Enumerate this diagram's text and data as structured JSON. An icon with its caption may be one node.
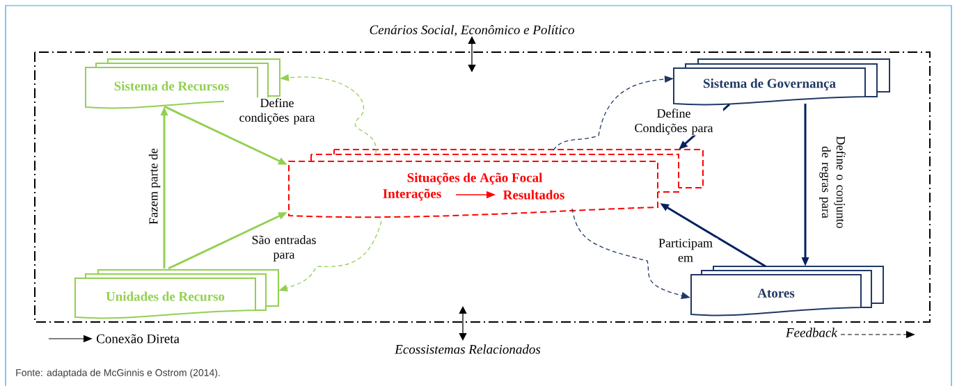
{
  "diagram": {
    "caption": "Fonte: adaptada de McGinnis e Ostrom (2014).",
    "nodes": [
      {
        "text": [
          "Sistema de Recursos"
        ]
      },
      {
        "text": [
          "Situações de Ação Focal"
        ]
      },
      {
        "text": [
          "Interações"
        ],
        "in": 1
      },
      {
        "text": [
          "Resultados"
        ],
        "in": 1
      },
      {
        "text": [
          "Sistema de Governança"
        ]
      },
      {
        "text": [
          "Unidades de Recurso"
        ]
      },
      {
        "text": [
          "Atores"
        ]
      }
    ],
    "edges": [
      {
        "from": 5,
        "to": 0,
        "arrow": "to",
        "label": "Fazem parte de",
        "color": "#92d050"
      },
      {
        "from": 0,
        "to": 1,
        "arrow": "to",
        "label": "Define condições para",
        "color": "#92d050"
      },
      {
        "from": 5,
        "to": 1,
        "arrow": "to",
        "label": "São entradas para",
        "color": "#92d050"
      },
      {
        "from": 1,
        "to": 0,
        "arrow": "to",
        "style": "dashed",
        "color": "#92d050"
      },
      {
        "from": 1,
        "to": 5,
        "arrow": "to",
        "style": "dashed",
        "color": "#92d050"
      },
      {
        "from": 4,
        "to": 1,
        "arrow": "to",
        "label": "Define Condições para",
        "color": "#002060"
      },
      {
        "from": 4,
        "to": 6,
        "arrow": "to",
        "label": "Define o conjunto de regras para",
        "color": "#002060"
      },
      {
        "from": 6,
        "to": 1,
        "arrow": "to",
        "label": "Participam em",
        "color": "#002060"
      },
      {
        "from": 1,
        "to": 4,
        "arrow": "to",
        "style": "dashed",
        "color": "#1f3864"
      },
      {
        "from": 1,
        "to": 6,
        "arrow": "to",
        "style": "dashed",
        "color": "#1f3864"
      },
      {
        "from": 2,
        "to": 3,
        "arrow": "to",
        "color": "#ff0000"
      }
    ],
    "labels": [
      "Cenários Social, Econômico e Político",
      "Ecossistemas Relacionados"
    ],
    "legend": [
      {
        "text": "Conexão Direta"
      },
      {
        "text": "Feedback"
      }
    ]
  }
}
